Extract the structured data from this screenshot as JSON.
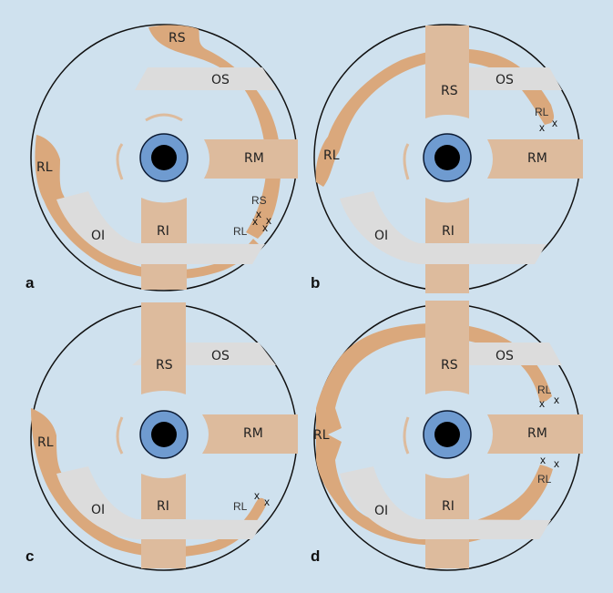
{
  "figure": {
    "colors": {
      "background": "#cfe1ee",
      "rectus_muscle": "#ddbb9d",
      "transposed_muscle": "#daa87c",
      "oblique_muscle": "#dcdcdc",
      "iris": "#6f9bd0",
      "pupil": "#000000",
      "orbit_outline": "#111111"
    },
    "panels": [
      {
        "id": "a",
        "label": "a",
        "muscles": {
          "rs": "RS",
          "os": "OS",
          "rl": "RL",
          "rm": "RM",
          "oi": "OI",
          "ri": "RI"
        },
        "insertion_marks": {
          "label_top": "RS",
          "label_bottom": "RL",
          "mark": "x"
        }
      },
      {
        "id": "b",
        "label": "b",
        "muscles": {
          "rs": "RS",
          "os": "OS",
          "rl": "RL",
          "rm": "RM",
          "oi": "OI",
          "ri": "RI"
        },
        "insertion_marks": {
          "label": "RL",
          "mark": "x"
        }
      },
      {
        "id": "c",
        "label": "c",
        "muscles": {
          "rs": "RS",
          "os": "OS",
          "rl": "RL",
          "rm": "RM",
          "oi": "OI",
          "ri": "RI"
        },
        "insertion_marks": {
          "label": "RL",
          "mark": "x"
        }
      },
      {
        "id": "d",
        "label": "d",
        "muscles": {
          "rs": "RS",
          "os": "OS",
          "rl": "RL",
          "rm": "RM",
          "oi": "OI",
          "ri": "RI"
        },
        "insertion_marks": {
          "label_upper": "RL",
          "label_lower": "RL",
          "mark": "x"
        }
      }
    ]
  }
}
